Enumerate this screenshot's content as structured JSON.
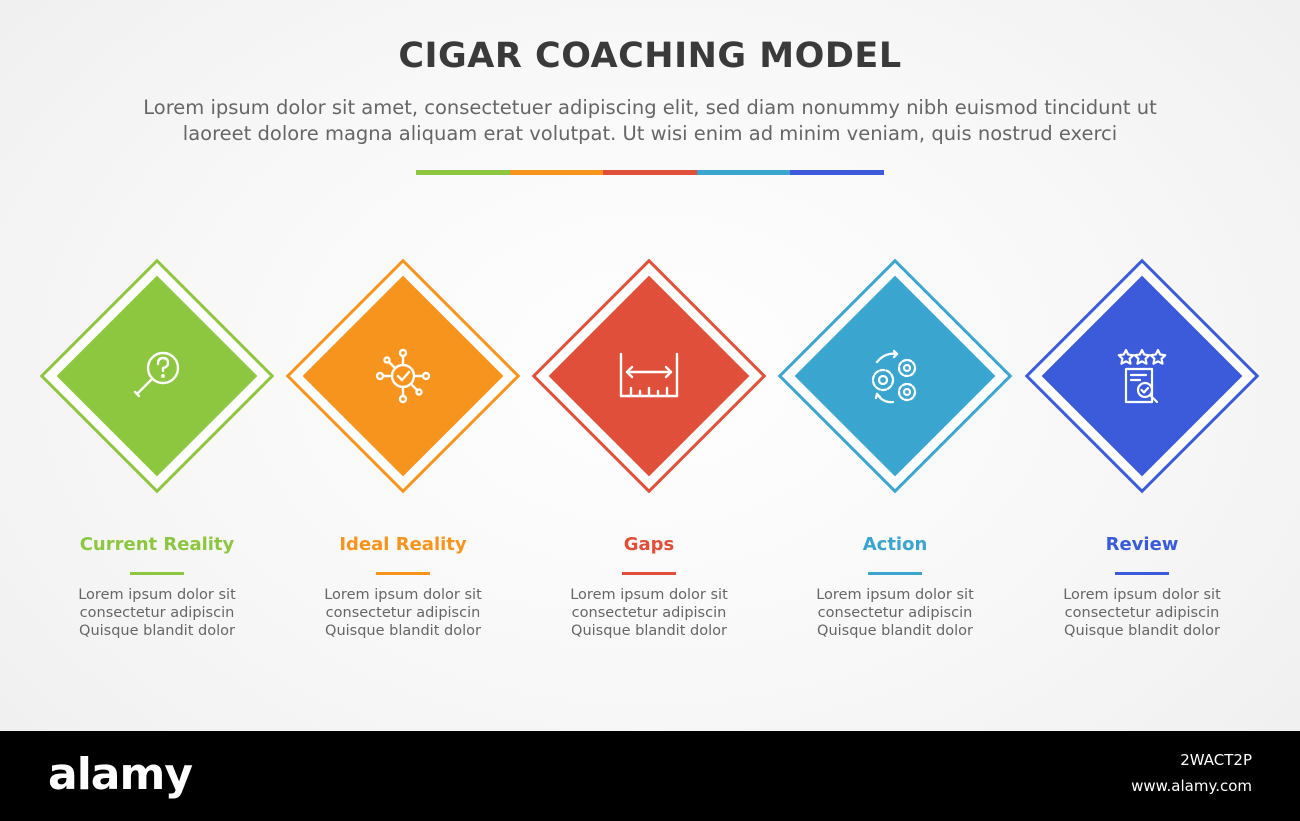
{
  "title": "CIGAR COACHING MODEL",
  "subtitle_lines": [
    "Lorem ipsum dolor sit amet, consectetuer adipiscing elit, sed diam nonummy nibh euismod tincidunt ut",
    "laoreet dolore magna aliquam erat volutpat. Ut wisi enim ad minim veniam, quis nostrud exerci"
  ],
  "color_bar": [
    "#8dc63f",
    "#f7941d",
    "#e04f3a",
    "#3aa5cf",
    "#3b5bdb"
  ],
  "steps": [
    {
      "label": "Current Reality",
      "color": "#8dc63f",
      "icon": "magnifier-question-icon",
      "desc": [
        "Lorem ipsum dolor sit",
        "consectetur adipiscin",
        "Quisque blandit dolor"
      ]
    },
    {
      "label": "Ideal Reality",
      "color": "#f7941d",
      "icon": "target-check-icon",
      "desc": [
        "Lorem ipsum dolor sit",
        "consectetur adipiscin",
        "Quisque blandit dolor"
      ]
    },
    {
      "label": "Gaps",
      "color": "#e04f3a",
      "icon": "gap-measure-icon",
      "desc": [
        "Lorem ipsum dolor sit",
        "consectetur adipiscin",
        "Quisque blandit dolor"
      ]
    },
    {
      "label": "Action",
      "color": "#3aa5cf",
      "icon": "gears-icon",
      "desc": [
        "Lorem ipsum dolor sit",
        "consectetur adipiscin",
        "Quisque blandit dolor"
      ]
    },
    {
      "label": "Review",
      "color": "#3b5bdb",
      "icon": "review-document-icon",
      "desc": [
        "Lorem ipsum dolor sit",
        "consectetur adipiscin",
        "Quisque blandit dolor"
      ]
    }
  ],
  "footer": {
    "logo": "alamy",
    "image_id": "2WACT2P",
    "url": "www.alamy.com"
  }
}
